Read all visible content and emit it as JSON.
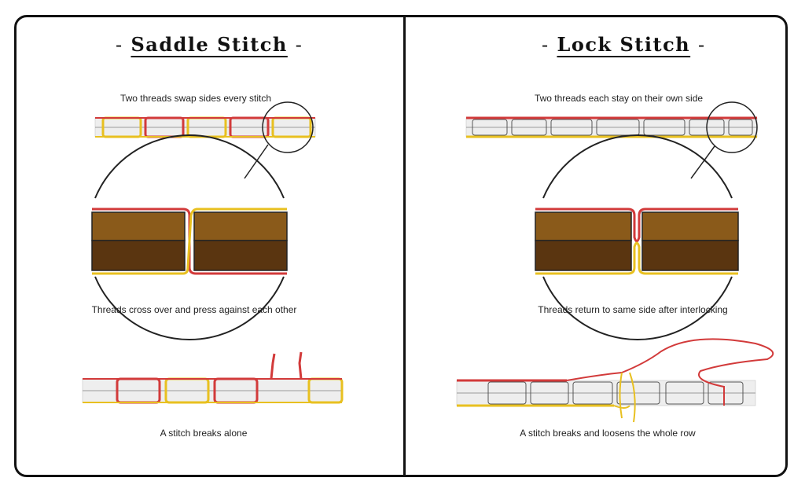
{
  "panels": {
    "saddle": {
      "title": "Saddle Stitch",
      "dash_left": "-",
      "dash_right": "-",
      "caption_top": "Two threads swap sides every stitch",
      "caption_mid": "Threads cross over and press against each other",
      "caption_bottom": "A stitch breaks alone"
    },
    "lock": {
      "title": "Lock Stitch",
      "dash_left": "-",
      "dash_right": "-",
      "caption_top": "Two threads each stay on their own side",
      "caption_mid": "Threads return to same side after interlocking",
      "caption_bottom": "A stitch breaks and loosens the whole row"
    }
  },
  "colors": {
    "red_thread": "#d23a3a",
    "yellow_thread": "#e8c020",
    "leather_top": "#8a5a1a",
    "leather_bottom": "#5a3510",
    "outline": "#222222",
    "frame": "#111111"
  }
}
